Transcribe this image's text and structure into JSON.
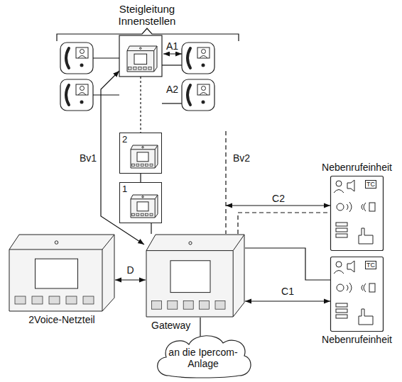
{
  "diagram": {
    "nodes": [
      {
        "text": [
          "2"
        ]
      },
      {
        "text": [
          "1"
        ]
      },
      {
        "text": [
          "Nebenrufeinheit"
        ]
      },
      {
        "text": [
          "2Voice-Netzteil"
        ]
      },
      {
        "text": [
          "Gateway"
        ]
      },
      {
        "text": [
          "Nebenrufeinheit"
        ]
      },
      {
        "text": [
          "an die Ipercom-Anlage"
        ]
      }
    ],
    "edges": [
      {
        "from": 3,
        "to": 4,
        "label": "D",
        "arrow": "both"
      },
      {
        "from": 4,
        "to": 1,
        "arrow": "none"
      },
      {
        "from": 1,
        "to": 0,
        "arrow": "none"
      },
      {
        "from": 4,
        "to": 2,
        "arrow": "none"
      },
      {
        "from": 4,
        "to": 5,
        "arrow": "none"
      },
      {
        "from": 4,
        "to": 5,
        "label": "C1",
        "arrow": "both"
      }
    ],
    "labels": [
      "Steigleitung Innenstellen",
      "A1",
      "A2",
      "Bv1",
      "Bv2",
      "TC",
      "C2",
      "TC"
    ]
  }
}
